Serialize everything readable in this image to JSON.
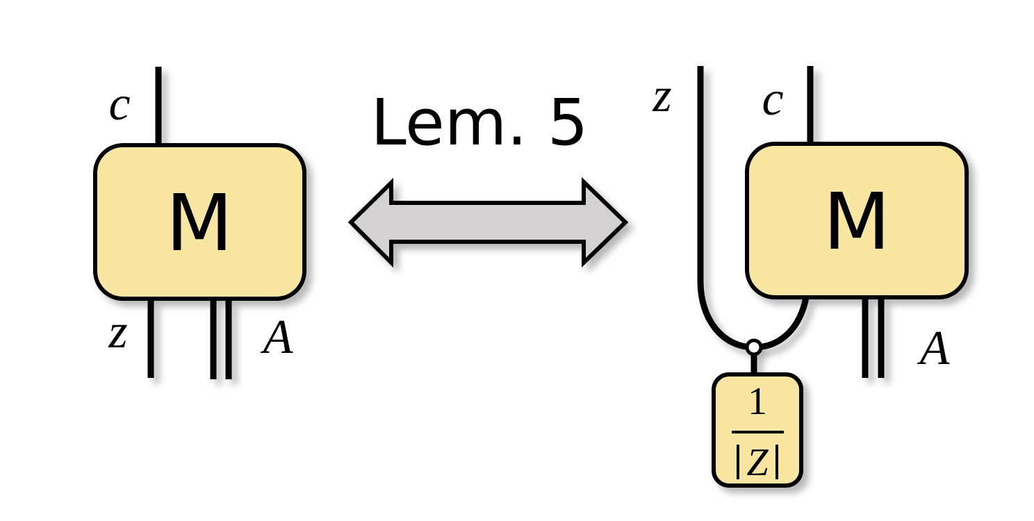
{
  "left": {
    "box_label": "M",
    "output_label": "c",
    "input_z_label": "z",
    "input_a_label": "A"
  },
  "arrow": {
    "label": "Lem. 5"
  },
  "right": {
    "box_label": "M",
    "output_z_label": "z",
    "output_c_label": "c",
    "input_a_label": "A",
    "normalizer": {
      "numerator": "1",
      "denominator_var": "Z",
      "denominator_bars": "| |"
    }
  },
  "colors": {
    "box_fill": "#fae6a3",
    "arrow_fill": "#d3d1d2",
    "stroke": "#000000"
  }
}
